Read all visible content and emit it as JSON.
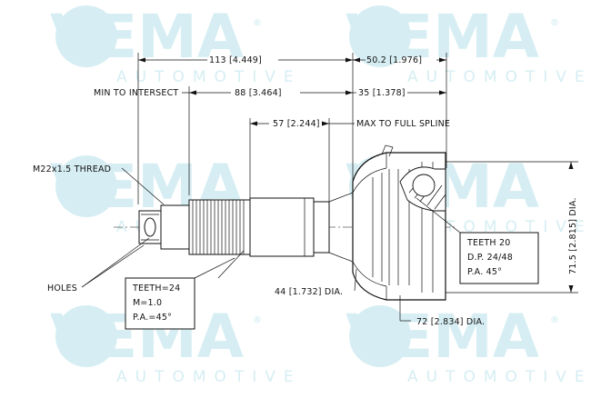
{
  "watermark": {
    "brand": "VEMA",
    "registered": "®",
    "sub": "AUTOMOTIVE",
    "color": "#d6eef3"
  },
  "dimensions": {
    "d113": "113 [4.449]",
    "d50": "50.2 [1.976]",
    "min_to_intersect": "MIN TO INTERSECT",
    "d88": "88 [3.464]",
    "d35": "35 [1.378]",
    "d57": "57 [2.244]",
    "max_to_full_spline": "MAX TO FULL SPLINE",
    "thread": "M22x1.5 THREAD",
    "holes": "HOLES",
    "d44": "44 [1.732] DIA.",
    "d72": "72 [2.834] DIA.",
    "d71": "71.5 [2.815] DIA."
  },
  "shaft_spec": {
    "teeth": "TEETH=24",
    "module": "M=1.0",
    "pa": "P.A.=45°"
  },
  "housing_spec": {
    "teeth": "TEETH 20",
    "dp": "D.P. 24/48",
    "pa": "P.A. 45°"
  }
}
